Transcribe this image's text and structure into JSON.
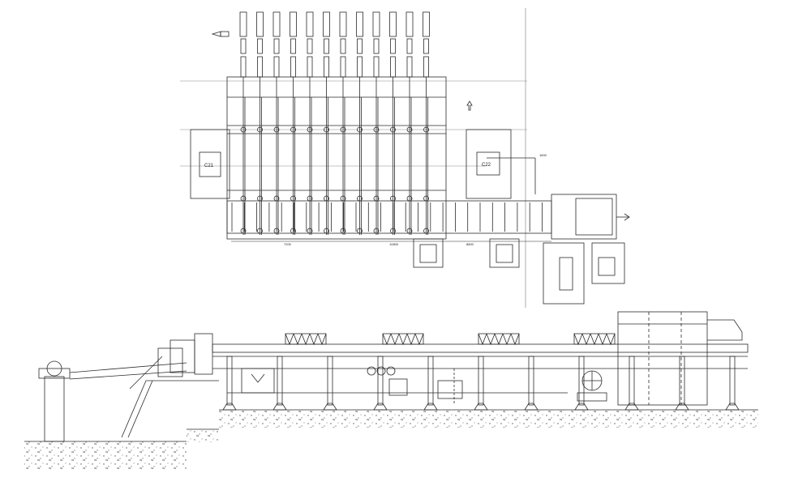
{
  "drawing": {
    "plan_view": {
      "stand_count": 12,
      "foundation_labels": [
        "C21",
        "C22"
      ],
      "dimension_labels": [
        "7200",
        "10800",
        "8800",
        "1600"
      ]
    },
    "elevation_view": {
      "hood_count": 4,
      "foundation_pier_count": 11
    },
    "colors": {
      "line": "#2a2a2a",
      "hatch": "#6b6b6b",
      "background": "#ffffff"
    }
  }
}
